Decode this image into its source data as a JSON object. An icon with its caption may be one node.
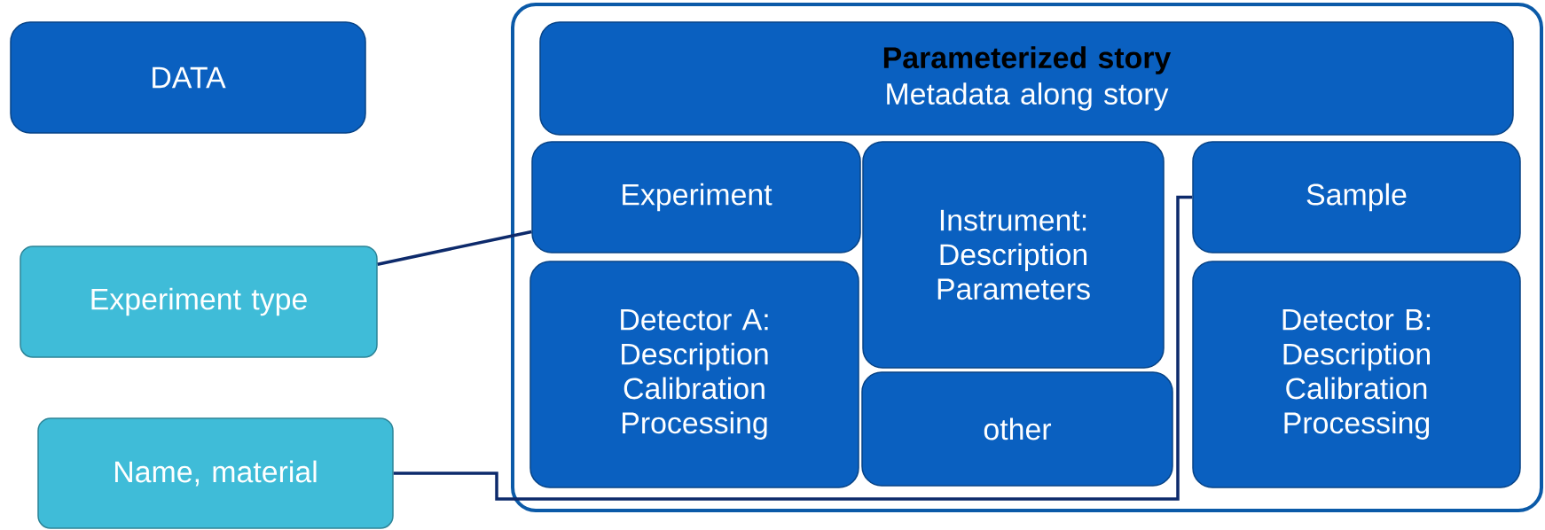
{
  "diagram": {
    "nodes": [
      {
        "text": [
          "DATA"
        ]
      },
      {
        "text": [
          "Experiment type"
        ]
      },
      {
        "text": [
          "Name, material"
        ]
      },
      {
        "text": [],
        "shape": "box"
      },
      {
        "text": [
          "Parameterized story",
          "Metadata along story"
        ],
        "in": 3
      },
      {
        "text": [
          "Experiment"
        ],
        "in": 3
      },
      {
        "text": [
          "Instrument: Description Parameters"
        ],
        "in": 3
      },
      {
        "text": [
          "Sample"
        ],
        "in": 3
      },
      {
        "text": [
          "Detector A: Description Calibration Processing"
        ],
        "in": 3
      },
      {
        "text": [
          "other"
        ],
        "in": 3
      },
      {
        "text": [
          "Detector B: Description Calibration Processing"
        ],
        "in": 3
      }
    ],
    "edges": [
      {
        "from": 1,
        "to": 5,
        "arrow": "none"
      },
      {
        "from": 2,
        "to": 7,
        "arrow": "none"
      }
    ]
  }
}
